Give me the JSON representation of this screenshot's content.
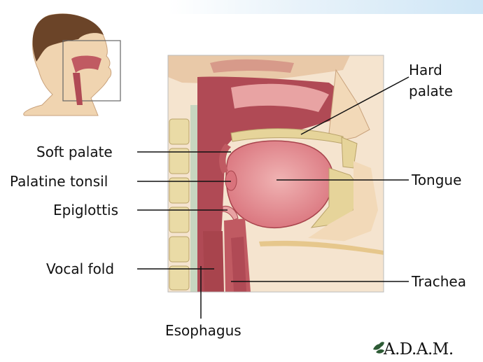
{
  "labels": {
    "hard_palate_line1": "Hard",
    "hard_palate_line2": "palate",
    "soft_palate": "Soft palate",
    "palatine_tonsil": "Palatine tonsil",
    "epiglottis": "Epiglottis",
    "vocal_fold": "Vocal fold",
    "esophagus": "Esophagus",
    "tongue": "Tongue",
    "trachea": "Trachea"
  },
  "logo": {
    "text": "A.D.A.M."
  },
  "colors": {
    "tissue_dark": "#b04a55",
    "tissue_pink": "#e8a3a3",
    "bone": "#e6d49a",
    "skin": "#f2d9b8",
    "hair": "#6b4428"
  }
}
